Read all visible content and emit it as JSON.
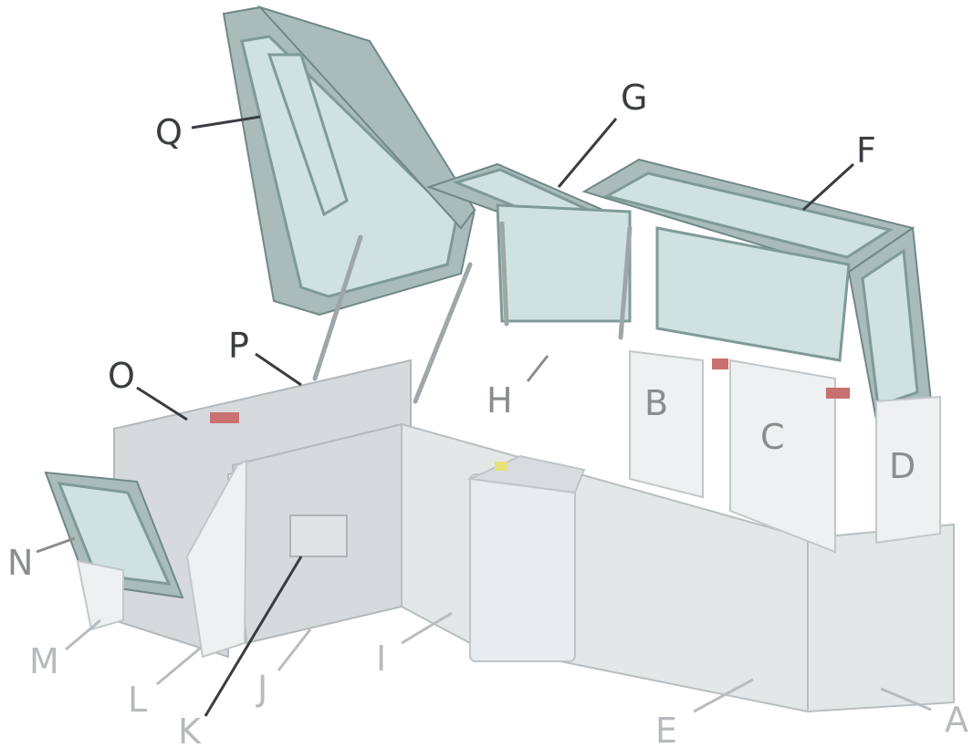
{
  "callouts": [
    {
      "id": "Q",
      "label": "Q"
    },
    {
      "id": "G",
      "label": "G"
    },
    {
      "id": "F",
      "label": "F"
    },
    {
      "id": "P",
      "label": "P"
    },
    {
      "id": "O",
      "label": "O"
    },
    {
      "id": "H",
      "label": "H"
    },
    {
      "id": "B",
      "label": "B"
    },
    {
      "id": "C",
      "label": "C"
    },
    {
      "id": "D",
      "label": "D"
    },
    {
      "id": "N",
      "label": "N"
    },
    {
      "id": "M",
      "label": "M"
    },
    {
      "id": "L",
      "label": "L"
    },
    {
      "id": "K",
      "label": "K"
    },
    {
      "id": "J",
      "label": "J"
    },
    {
      "id": "I",
      "label": "I"
    },
    {
      "id": "E",
      "label": "E"
    },
    {
      "id": "A",
      "label": "A"
    }
  ]
}
